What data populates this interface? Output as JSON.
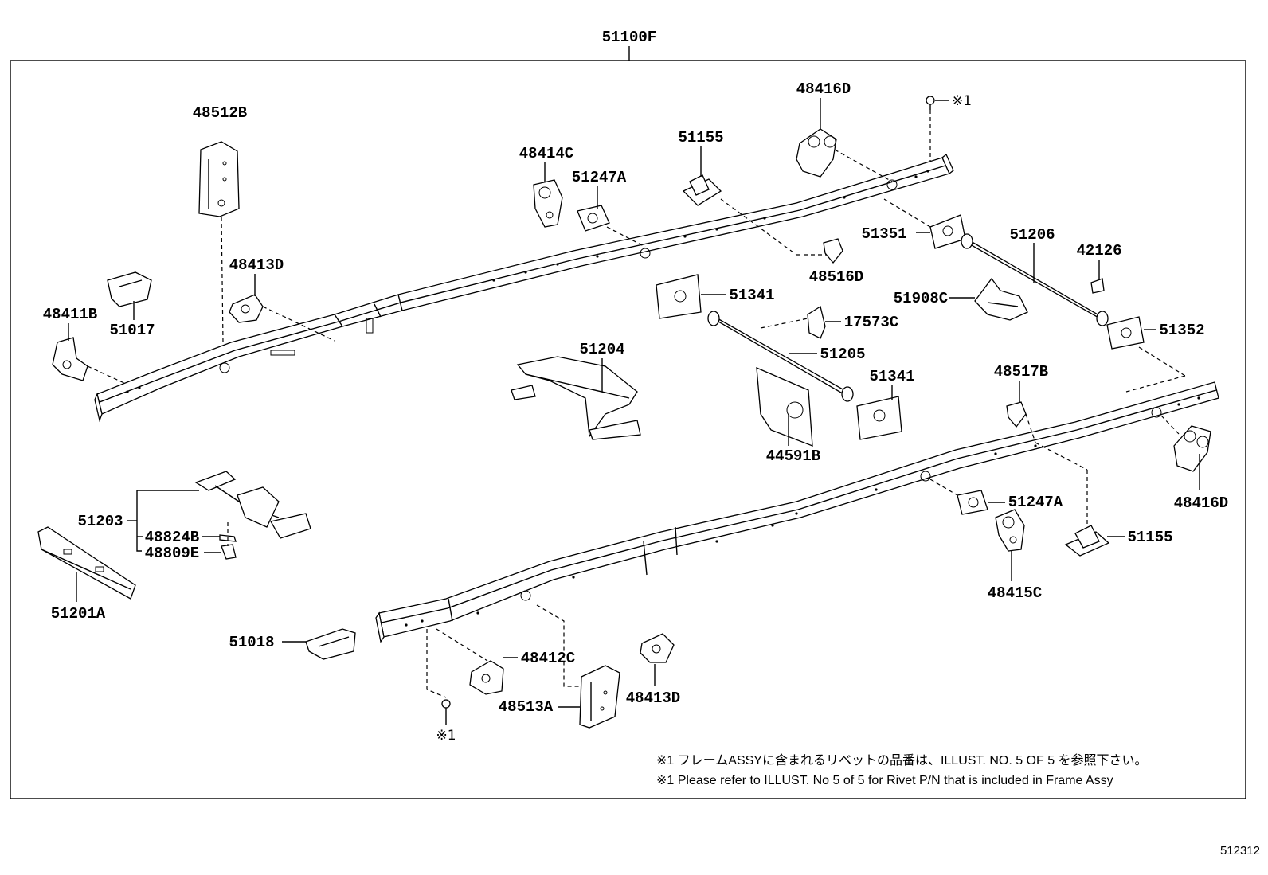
{
  "assembly_label": "51100F",
  "figure_id": "512312",
  "labels": {
    "p48512B": "48512B",
    "p48413D_top": "48413D",
    "p51017": "51017",
    "p48411B": "48411B",
    "p48414C": "48414C",
    "p51247A_top": "51247A",
    "p51155_top": "51155",
    "p48416D_top": "48416D",
    "p51351": "51351",
    "p51206": "51206",
    "p42126": "42126",
    "p48516D": "48516D",
    "p51341_a": "51341",
    "p51908C": "51908C",
    "p17573C": "17573C",
    "p51352": "51352",
    "p51204": "51204",
    "p51205": "51205",
    "p51341_b": "51341",
    "p48517B": "48517B",
    "p44591B": "44591B",
    "p48416D_bottom": "48416D",
    "p51203": "51203",
    "p48824B": "48824B",
    "p48809E": "48809E",
    "p51201A": "51201A",
    "p51247A_bottom": "51247A",
    "p51155_bottom": "51155",
    "p48415C": "48415C",
    "p51018": "51018",
    "p48412C": "48412C",
    "p48513A": "48513A",
    "p48413D_bottom": "48413D"
  },
  "rivet_ref": {
    "top": "※1",
    "bottom": "※1"
  },
  "notes": {
    "jp": "※1 フレームASSYに含まれるリベットの品番は、ILLUST. NO. 5 OF 5 を参照下さい。",
    "en": "※1 Please refer to ILLUST. No 5 of 5 for Rivet P/N that is included in Frame Assy"
  }
}
